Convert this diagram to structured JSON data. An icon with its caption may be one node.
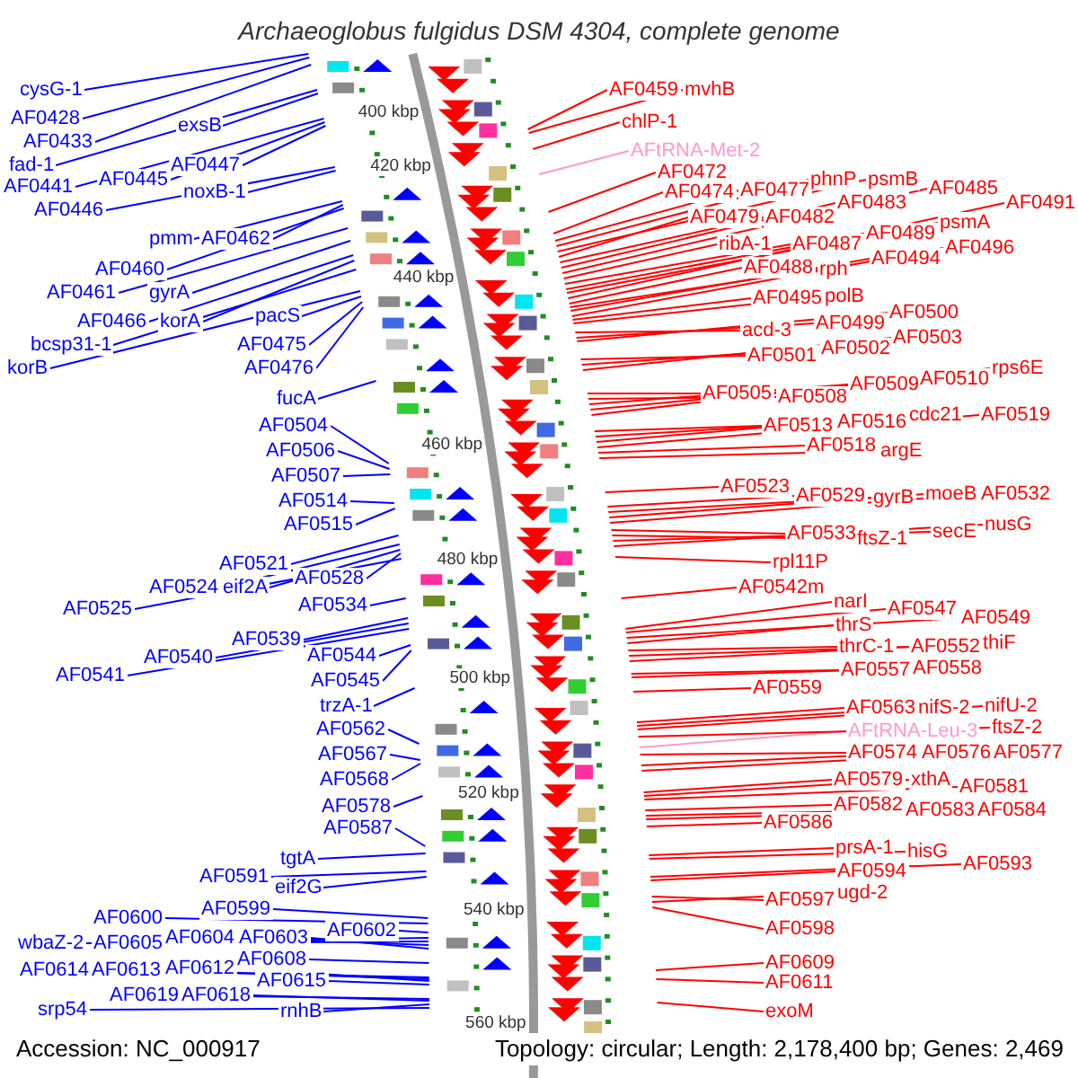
{
  "diagram": {
    "title": "Archaeoglobus fulgidus DSM 4304, complete genome",
    "nodes": [
      {
        "text": [
          "cysG-1"
        ]
      },
      {
        "text": [
          "AF0428"
        ]
      },
      {
        "text": [
          "AF0433"
        ]
      },
      {
        "text": [
          "fad-1"
        ]
      },
      {
        "text": [
          "exsB"
        ]
      },
      {
        "text": [
          "AF0441"
        ]
      },
      {
        "text": [
          "AF0445"
        ]
      },
      {
        "text": [
          "AF0447"
        ]
      },
      {
        "text": [
          "AF0446"
        ]
      },
      {
        "text": [
          "noxB-1"
        ]
      },
      {
        "text": [
          "pmm"
        ]
      },
      {
        "text": [
          "AF0462"
        ]
      },
      {
        "text": [
          "AF0460"
        ]
      },
      {
        "text": [
          "AF0461"
        ]
      },
      {
        "text": [
          "gyrA"
        ]
      },
      {
        "text": [
          "AF0466"
        ]
      },
      {
        "text": [
          "korA"
        ]
      },
      {
        "text": [
          "bcsp31-1"
        ]
      },
      {
        "text": [
          "korB"
        ]
      },
      {
        "text": [
          "pacS"
        ]
      },
      {
        "text": [
          "AF0475"
        ]
      },
      {
        "text": [
          "AF0476"
        ]
      },
      {
        "text": [
          "fucA"
        ]
      },
      {
        "text": [
          "AF0504"
        ]
      },
      {
        "text": [
          "AF0506"
        ]
      },
      {
        "text": [
          "AF0507"
        ]
      },
      {
        "text": [
          "AF0514"
        ]
      },
      {
        "text": [
          "AF0515"
        ]
      },
      {
        "text": [
          "AF0521"
        ]
      },
      {
        "text": [
          "AF0524"
        ]
      },
      {
        "text": [
          "eif2A"
        ]
      },
      {
        "text": [
          "AF0528"
        ]
      },
      {
        "text": [
          "AF0525"
        ]
      },
      {
        "text": [
          "AF0534"
        ]
      },
      {
        "text": [
          "AF0539"
        ]
      },
      {
        "text": [
          "AF0540"
        ]
      },
      {
        "text": [
          "AF0541"
        ]
      },
      {
        "text": [
          "AF0544"
        ]
      },
      {
        "text": [
          "AF0545"
        ]
      },
      {
        "text": [
          "trzA-1"
        ]
      },
      {
        "text": [
          "AF0562"
        ]
      },
      {
        "text": [
          "AF0567"
        ]
      },
      {
        "text": [
          "AF0568"
        ]
      },
      {
        "text": [
          "AF0578"
        ]
      },
      {
        "text": [
          "AF0587"
        ]
      },
      {
        "text": [
          "tgtA"
        ]
      },
      {
        "text": [
          "AF0591"
        ]
      },
      {
        "text": [
          "eif2G"
        ]
      },
      {
        "text": [
          "AF0599"
        ]
      },
      {
        "text": [
          "AF0600"
        ]
      },
      {
        "text": [
          "wbaZ-2"
        ]
      },
      {
        "text": [
          "AF0605"
        ]
      },
      {
        "text": [
          "AF0604"
        ]
      },
      {
        "text": [
          "AF0603"
        ]
      },
      {
        "text": [
          "AF0602"
        ]
      },
      {
        "text": [
          "AF0608"
        ]
      },
      {
        "text": [
          "AF0614"
        ]
      },
      {
        "text": [
          "AF0613"
        ]
      },
      {
        "text": [
          "AF0612"
        ]
      },
      {
        "text": [
          "AF0615"
        ]
      },
      {
        "text": [
          "AF0619"
        ]
      },
      {
        "text": [
          "AF0618"
        ]
      },
      {
        "text": [
          "srp54"
        ]
      },
      {
        "text": [
          "rnhB"
        ]
      },
      {
        "text": [
          "AF0459"
        ]
      },
      {
        "text": [
          "mvhB"
        ]
      },
      {
        "text": [
          "chlP-1"
        ]
      },
      {
        "text": [
          "AFtRNA-Met-2"
        ]
      },
      {
        "text": [
          "AF0472"
        ]
      },
      {
        "text": [
          "AF0474"
        ]
      },
      {
        "text": [
          "AF0477"
        ]
      },
      {
        "text": [
          "phnP"
        ]
      },
      {
        "text": [
          "psmB"
        ]
      },
      {
        "text": [
          "AF0479"
        ]
      },
      {
        "text": [
          "AF0482"
        ]
      },
      {
        "text": [
          "AF0483"
        ]
      },
      {
        "text": [
          "AF0485"
        ]
      },
      {
        "text": [
          "ribA-1"
        ]
      },
      {
        "text": [
          "AF0487"
        ]
      },
      {
        "text": [
          "AF0489"
        ]
      },
      {
        "text": [
          "psmA"
        ]
      },
      {
        "text": [
          "AF0491"
        ]
      },
      {
        "text": [
          "AF0488"
        ]
      },
      {
        "text": [
          "rph"
        ]
      },
      {
        "text": [
          "AF0494"
        ]
      },
      {
        "text": [
          "AF0496"
        ]
      },
      {
        "text": [
          "AF0495"
        ]
      },
      {
        "text": [
          "polB"
        ]
      },
      {
        "text": [
          "acd-3"
        ]
      },
      {
        "text": [
          "AF0499"
        ]
      },
      {
        "text": [
          "AF0500"
        ]
      },
      {
        "text": [
          "AF0501"
        ]
      },
      {
        "text": [
          "AF0502"
        ]
      },
      {
        "text": [
          "AF0503"
        ]
      },
      {
        "text": [
          "AF0505"
        ]
      },
      {
        "text": [
          "AF0508"
        ]
      },
      {
        "text": [
          "AF0509"
        ]
      },
      {
        "text": [
          "AF0510"
        ]
      },
      {
        "text": [
          "rps6E"
        ]
      },
      {
        "text": [
          "AF0513"
        ]
      },
      {
        "text": [
          "AF0516"
        ]
      },
      {
        "text": [
          "cdc21"
        ]
      },
      {
        "text": [
          "AF0519"
        ]
      },
      {
        "text": [
          "AF0518"
        ]
      },
      {
        "text": [
          "argE"
        ]
      },
      {
        "text": [
          "AF0523"
        ]
      },
      {
        "text": [
          "AF0529"
        ]
      },
      {
        "text": [
          "gyrB"
        ]
      },
      {
        "text": [
          "moeB"
        ]
      },
      {
        "text": [
          "AF0532"
        ]
      },
      {
        "text": [
          "AF0533"
        ]
      },
      {
        "text": [
          "ftsZ-1"
        ]
      },
      {
        "text": [
          "secE"
        ]
      },
      {
        "text": [
          "nusG"
        ]
      },
      {
        "text": [
          "rpl11P"
        ]
      },
      {
        "text": [
          "AF0542m"
        ]
      },
      {
        "text": [
          "narI"
        ]
      },
      {
        "text": [
          "AF0547"
        ]
      },
      {
        "text": [
          "AF0549"
        ]
      },
      {
        "text": [
          "thrS"
        ]
      },
      {
        "text": [
          "thrC-1"
        ]
      },
      {
        "text": [
          "AF0552"
        ]
      },
      {
        "text": [
          "thiF"
        ]
      },
      {
        "text": [
          "AF0557"
        ]
      },
      {
        "text": [
          "AF0558"
        ]
      },
      {
        "text": [
          "AF0559"
        ]
      },
      {
        "text": [
          "AF0563"
        ]
      },
      {
        "text": [
          "nifS-2"
        ]
      },
      {
        "text": [
          "nifU-2"
        ]
      },
      {
        "text": [
          "AFtRNA-Leu-3"
        ]
      },
      {
        "text": [
          "ftsZ-2"
        ]
      },
      {
        "text": [
          "AF0574"
        ]
      },
      {
        "text": [
          "AF0576"
        ]
      },
      {
        "text": [
          "AF0577"
        ]
      },
      {
        "text": [
          "AF0579"
        ]
      },
      {
        "text": [
          "xthA"
        ]
      },
      {
        "text": [
          "AF0581"
        ]
      },
      {
        "text": [
          "AF0582"
        ]
      },
      {
        "text": [
          "AF0583"
        ]
      },
      {
        "text": [
          "AF0584"
        ]
      },
      {
        "text": [
          "AF0586"
        ]
      },
      {
        "text": [
          "prsA-1"
        ]
      },
      {
        "text": [
          "hisG"
        ]
      },
      {
        "text": [
          "AF0593"
        ]
      },
      {
        "text": [
          "AF0594"
        ]
      },
      {
        "text": [
          "AF0597"
        ]
      },
      {
        "text": [
          "ugd-2"
        ]
      },
      {
        "text": [
          "AF0598"
        ]
      },
      {
        "text": [
          "AF0609"
        ]
      },
      {
        "text": [
          "AF0611"
        ]
      },
      {
        "text": [
          "exoM"
        ]
      }
    ],
    "edges": [
      {
        "from": 0,
        "to": null,
        "arrow": "none",
        "color": "#0000ff"
      },
      {
        "from": 1,
        "to": null,
        "arrow": "none",
        "color": "#0000ff"
      },
      {
        "from": 2,
        "to": null,
        "arrow": "none",
        "color": "#0000ff"
      },
      {
        "from": 3,
        "to": null,
        "arrow": "none",
        "color": "#0000ff"
      },
      {
        "from": 4,
        "to": null,
        "arrow": "none",
        "color": "#0000ff"
      },
      {
        "from": 5,
        "to": null,
        "arrow": "none",
        "color": "#0000ff"
      },
      {
        "from": 6,
        "to": null,
        "arrow": "none",
        "color": "#0000ff"
      },
      {
        "from": 7,
        "to": null,
        "arrow": "none",
        "color": "#0000ff"
      },
      {
        "from": 8,
        "to": null,
        "arrow": "none",
        "color": "#0000ff"
      },
      {
        "from": 9,
        "to": null,
        "arrow": "none",
        "color": "#0000ff"
      },
      {
        "from": 10,
        "to": null,
        "arrow": "none",
        "color": "#0000ff"
      },
      {
        "from": 11,
        "to": null,
        "arrow": "none",
        "color": "#0000ff"
      },
      {
        "from": 12,
        "to": null,
        "arrow": "none",
        "color": "#0000ff"
      },
      {
        "from": 13,
        "to": null,
        "arrow": "none",
        "color": "#0000ff"
      },
      {
        "from": 14,
        "to": null,
        "arrow": "none",
        "color": "#0000ff"
      },
      {
        "from": 15,
        "to": null,
        "arrow": "none",
        "color": "#0000ff"
      },
      {
        "from": 16,
        "to": null,
        "arrow": "none",
        "color": "#0000ff"
      },
      {
        "from": 17,
        "to": null,
        "arrow": "none",
        "color": "#0000ff"
      },
      {
        "from": 18,
        "to": null,
        "arrow": "none",
        "color": "#0000ff"
      },
      {
        "from": 19,
        "to": null,
        "arrow": "none",
        "color": "#0000ff"
      },
      {
        "from": 20,
        "to": null,
        "arrow": "none",
        "color": "#0000ff"
      },
      {
        "from": 21,
        "to": null,
        "arrow": "none",
        "color": "#0000ff"
      },
      {
        "from": 22,
        "to": null,
        "arrow": "none",
        "color": "#0000ff"
      },
      {
        "from": 23,
        "to": null,
        "arrow": "none",
        "color": "#0000ff"
      },
      {
        "from": 24,
        "to": null,
        "arrow": "none",
        "color": "#0000ff"
      },
      {
        "from": 25,
        "to": null,
        "arrow": "none",
        "color": "#0000ff"
      },
      {
        "from": 26,
        "to": null,
        "arrow": "none",
        "color": "#0000ff"
      },
      {
        "from": 27,
        "to": null,
        "arrow": "none",
        "color": "#0000ff"
      },
      {
        "from": 28,
        "to": null,
        "arrow": "none",
        "color": "#0000ff"
      },
      {
        "from": 29,
        "to": null,
        "arrow": "none",
        "color": "#0000ff"
      },
      {
        "from": 30,
        "to": null,
        "arrow": "none",
        "color": "#0000ff"
      },
      {
        "from": 31,
        "to": null,
        "arrow": "none",
        "color": "#0000ff"
      },
      {
        "from": 32,
        "to": null,
        "arrow": "none",
        "color": "#0000ff"
      },
      {
        "from": 33,
        "to": null,
        "arrow": "none",
        "color": "#0000ff"
      },
      {
        "from": 34,
        "to": null,
        "arrow": "none",
        "color": "#0000ff"
      },
      {
        "from": 35,
        "to": null,
        "arrow": "none",
        "color": "#0000ff"
      },
      {
        "from": 36,
        "to": null,
        "arrow": "none",
        "color": "#0000ff"
      },
      {
        "from": 37,
        "to": null,
        "arrow": "none",
        "color": "#0000ff"
      },
      {
        "from": 38,
        "to": null,
        "arrow": "none",
        "color": "#0000ff"
      },
      {
        "from": 39,
        "to": null,
        "arrow": "none",
        "color": "#0000ff"
      },
      {
        "from": 40,
        "to": null,
        "arrow": "none",
        "color": "#0000ff"
      },
      {
        "from": 41,
        "to": null,
        "arrow": "none",
        "color": "#0000ff"
      },
      {
        "from": 42,
        "to": null,
        "arrow": "none",
        "color": "#0000ff"
      },
      {
        "from": 43,
        "to": null,
        "arrow": "none",
        "color": "#0000ff"
      },
      {
        "from": 44,
        "to": null,
        "arrow": "none",
        "color": "#0000ff"
      },
      {
        "from": 45,
        "to": null,
        "arrow": "none",
        "color": "#0000ff"
      },
      {
        "from": 46,
        "to": null,
        "arrow": "none",
        "color": "#0000ff"
      },
      {
        "from": 47,
        "to": null,
        "arrow": "none",
        "color": "#0000ff"
      },
      {
        "from": 48,
        "to": null,
        "arrow": "none",
        "color": "#0000ff"
      },
      {
        "from": 49,
        "to": null,
        "arrow": "none",
        "color": "#0000ff"
      },
      {
        "from": 50,
        "to": null,
        "arrow": "none",
        "color": "#0000ff"
      },
      {
        "from": 51,
        "to": null,
        "arrow": "none",
        "color": "#0000ff"
      },
      {
        "from": 52,
        "to": null,
        "arrow": "none",
        "color": "#0000ff"
      },
      {
        "from": 53,
        "to": null,
        "arrow": "none",
        "color": "#0000ff"
      },
      {
        "from": 54,
        "to": null,
        "arrow": "none",
        "color": "#0000ff"
      },
      {
        "from": 55,
        "to": null,
        "arrow": "none",
        "color": "#0000ff"
      },
      {
        "from": 56,
        "to": null,
        "arrow": "none",
        "color": "#0000ff"
      },
      {
        "from": 57,
        "to": null,
        "arrow": "none",
        "color": "#0000ff"
      },
      {
        "from": 58,
        "to": null,
        "arrow": "none",
        "color": "#0000ff"
      },
      {
        "from": 59,
        "to": null,
        "arrow": "none",
        "color": "#0000ff"
      },
      {
        "from": 60,
        "to": null,
        "arrow": "none",
        "color": "#0000ff"
      },
      {
        "from": 61,
        "to": null,
        "arrow": "none",
        "color": "#0000ff"
      },
      {
        "from": 62,
        "to": null,
        "arrow": "none",
        "color": "#0000ff"
      },
      {
        "from": 63,
        "to": null,
        "arrow": "none",
        "color": "#0000ff"
      },
      {
        "from": 64,
        "to": null,
        "arrow": "none"
      },
      {
        "from": 65,
        "to": null,
        "arrow": "none"
      },
      {
        "from": 66,
        "to": null,
        "arrow": "none"
      },
      {
        "from": 67,
        "to": null,
        "arrow": "none",
        "color": "#ff99cc"
      },
      {
        "from": 68,
        "to": null,
        "arrow": "none"
      },
      {
        "from": 69,
        "to": null,
        "arrow": "none"
      },
      {
        "from": 70,
        "to": null,
        "arrow": "none"
      },
      {
        "from": 71,
        "to": null,
        "arrow": "none"
      },
      {
        "from": 72,
        "to": null,
        "arrow": "none"
      },
      {
        "from": 73,
        "to": null,
        "arrow": "none"
      },
      {
        "from": 74,
        "to": null,
        "arrow": "none"
      },
      {
        "from": 75,
        "to": null,
        "arrow": "none"
      },
      {
        "from": 76,
        "to": null,
        "arrow": "none"
      },
      {
        "from": 77,
        "to": null,
        "arrow": "none"
      },
      {
        "from": 78,
        "to": null,
        "arrow": "none"
      },
      {
        "from": 79,
        "to": null,
        "arrow": "none"
      },
      {
        "from": 80,
        "to": null,
        "arrow": "none"
      },
      {
        "from": 81,
        "to": null,
        "arrow": "none"
      },
      {
        "from": 82,
        "to": null,
        "arrow": "none"
      },
      {
        "from": 83,
        "to": null,
        "arrow": "none"
      },
      {
        "from": 84,
        "to": null,
        "arrow": "none"
      },
      {
        "from": 85,
        "to": null,
        "arrow": "none"
      },
      {
        "from": 86,
        "to": null,
        "arrow": "none"
      },
      {
        "from": 87,
        "to": null,
        "arrow": "none"
      },
      {
        "from": 88,
        "to": null,
        "arrow": "none"
      },
      {
        "from": 89,
        "to": null,
        "arrow": "none"
      },
      {
        "from": 90,
        "to": null,
        "arrow": "none"
      },
      {
        "from": 91,
        "to": null,
        "arrow": "none"
      },
      {
        "from": 92,
        "to": null,
        "arrow": "none"
      },
      {
        "from": 93,
        "to": null,
        "arrow": "none"
      },
      {
        "from": 94,
        "to": null,
        "arrow": "none"
      },
      {
        "from": 95,
        "to": null,
        "arrow": "none"
      },
      {
        "from": 96,
        "to": null,
        "arrow": "none"
      },
      {
        "from": 97,
        "to": null,
        "arrow": "none"
      },
      {
        "from": 98,
        "to": null,
        "arrow": "none"
      },
      {
        "from": 99,
        "to": null,
        "arrow": "none"
      },
      {
        "from": 100,
        "to": null,
        "arrow": "none"
      },
      {
        "from": 101,
        "to": null,
        "arrow": "none"
      },
      {
        "from": 102,
        "to": null,
        "arrow": "none"
      },
      {
        "from": 103,
        "to": null,
        "arrow": "none"
      },
      {
        "from": 104,
        "to": null,
        "arrow": "none"
      },
      {
        "from": 105,
        "to": null,
        "arrow": "none"
      },
      {
        "from": 106,
        "to": null,
        "arrow": "none"
      },
      {
        "from": 107,
        "to": null,
        "arrow": "none"
      },
      {
        "from": 108,
        "to": null,
        "arrow": "none"
      },
      {
        "from": 109,
        "to": null,
        "arrow": "none"
      },
      {
        "from": 110,
        "to": null,
        "arrow": "none"
      },
      {
        "from": 111,
        "to": null,
        "arrow": "none"
      },
      {
        "from": 112,
        "to": null,
        "arrow": "none"
      },
      {
        "from": 113,
        "to": null,
        "arrow": "none"
      },
      {
        "from": 114,
        "to": null,
        "arrow": "none"
      },
      {
        "from": 115,
        "to": null,
        "arrow": "none"
      },
      {
        "from": 116,
        "to": null,
        "arrow": "none"
      },
      {
        "from": 117,
        "to": null,
        "arrow": "none"
      },
      {
        "from": 118,
        "to": null,
        "arrow": "none"
      },
      {
        "from": 119,
        "to": null,
        "arrow": "none"
      },
      {
        "from": 120,
        "to": null,
        "arrow": "none"
      },
      {
        "from": 121,
        "to": null,
        "arrow": "none"
      },
      {
        "from": 122,
        "to": null,
        "arrow": "none"
      },
      {
        "from": 123,
        "to": null,
        "arrow": "none"
      },
      {
        "from": 124,
        "to": null,
        "arrow": "none"
      },
      {
        "from": 125,
        "to": null,
        "arrow": "none"
      },
      {
        "from": 126,
        "to": null,
        "arrow": "none"
      },
      {
        "from": 127,
        "to": null,
        "arrow": "none"
      },
      {
        "from": 128,
        "to": null,
        "arrow": "none"
      },
      {
        "from": 129,
        "to": null,
        "arrow": "none",
        "color": "#ff99cc"
      },
      {
        "from": 130,
        "to": null,
        "arrow": "none"
      },
      {
        "from": 131,
        "to": null,
        "arrow": "none"
      },
      {
        "from": 132,
        "to": null,
        "arrow": "none"
      },
      {
        "from": 133,
        "to": null,
        "arrow": "none"
      },
      {
        "from": 134,
        "to": null,
        "arrow": "none"
      },
      {
        "from": 135,
        "to": null,
        "arrow": "none"
      },
      {
        "from": 136,
        "to": null,
        "arrow": "none"
      },
      {
        "from": 137,
        "to": null,
        "arrow": "none"
      },
      {
        "from": 138,
        "to": null,
        "arrow": "none"
      },
      {
        "from": 139,
        "to": null,
        "arrow": "none"
      },
      {
        "from": 140,
        "to": null,
        "arrow": "none"
      },
      {
        "from": 141,
        "to": null,
        "arrow": "none"
      },
      {
        "from": 142,
        "to": null,
        "arrow": "none"
      },
      {
        "from": 143,
        "to": null,
        "arrow": "none"
      },
      {
        "from": 144,
        "to": null,
        "arrow": "none"
      },
      {
        "from": 145,
        "to": null,
        "arrow": "none"
      },
      {
        "from": 146,
        "to": null,
        "arrow": "none"
      },
      {
        "from": 147,
        "to": null,
        "arrow": "none"
      },
      {
        "from": 148,
        "to": null,
        "arrow": "none"
      },
      {
        "from": 149,
        "to": null,
        "arrow": "none"
      },
      {
        "from": 150,
        "to": null,
        "arrow": "none"
      }
    ],
    "labels": [
      "400 kbp",
      "420 kbp",
      "440 kbp",
      "460 kbp",
      "480 kbp",
      "500 kbp",
      "520 kbp",
      "540 kbp",
      "560 kbp",
      "Accession: NC_000917",
      "Topology: circular; Length: 2,178,400 bp; Genes: 2,469"
    ]
  }
}
